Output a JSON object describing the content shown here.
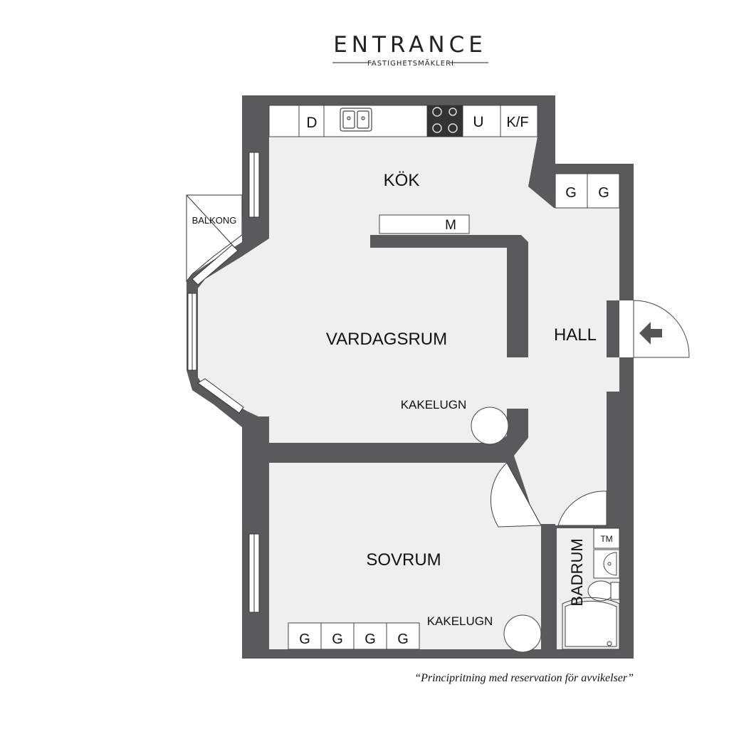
{
  "brand": {
    "name": "ENTRANCE",
    "tagline": "FASTIGHETSMÄKLERI"
  },
  "rooms": {
    "kitchen": "KÖK",
    "living_room": "VARDAGSRUM",
    "hall": "HALL",
    "bedroom": "SOVRUM",
    "bathroom": "BADRUM",
    "balcony": "BALKONG"
  },
  "fixtures": {
    "dishwasher": "D",
    "oven": "U",
    "fridge_freezer": "K/F",
    "microwave": "M",
    "washing_machine": "TM",
    "stove_living": "KAKELUGN",
    "stove_bedroom": "KAKELUGN",
    "hall_wardrobes": [
      "G",
      "G"
    ],
    "bedroom_wardrobes": [
      "G",
      "G",
      "G",
      "G"
    ]
  },
  "disclaimer": "“Principritning med reservation för avvikelser”",
  "colors": {
    "wall": "#5a5a5c",
    "floor": "#efefef",
    "fixture": "#ffffff",
    "stroke": "#444444"
  }
}
